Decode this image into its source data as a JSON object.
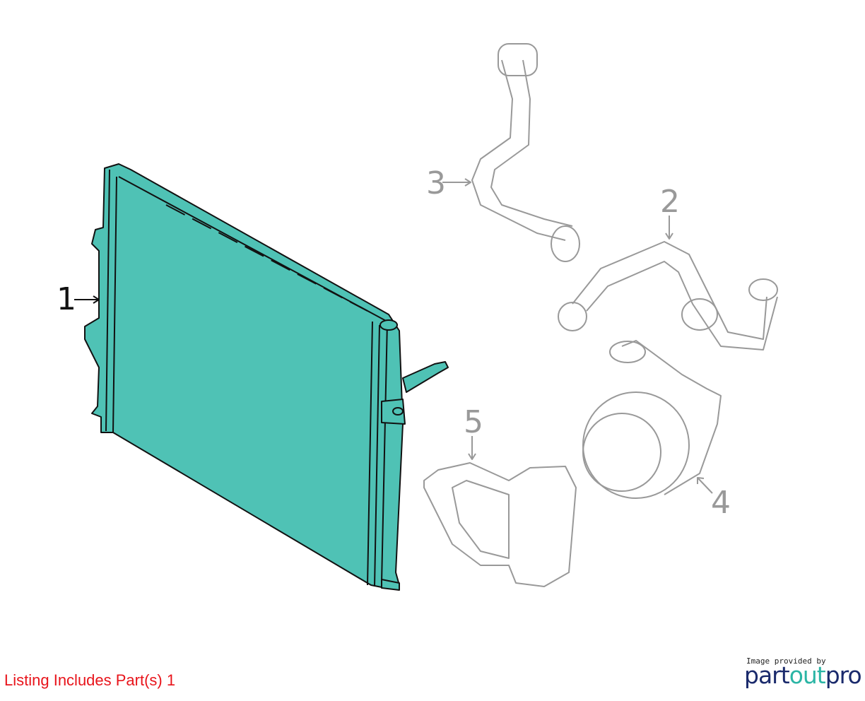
{
  "callouts": [
    "1",
    "2",
    "3",
    "4",
    "5"
  ],
  "listing_text": "Listing Includes Part(s) 1",
  "credit": {
    "caption": "Image provided by",
    "logo_part": "part",
    "logo_out": "out",
    "logo_pro": "pro"
  },
  "colors": {
    "highlight": "#4fc2b5",
    "outline": "#999999",
    "listing": "#e8141b"
  }
}
